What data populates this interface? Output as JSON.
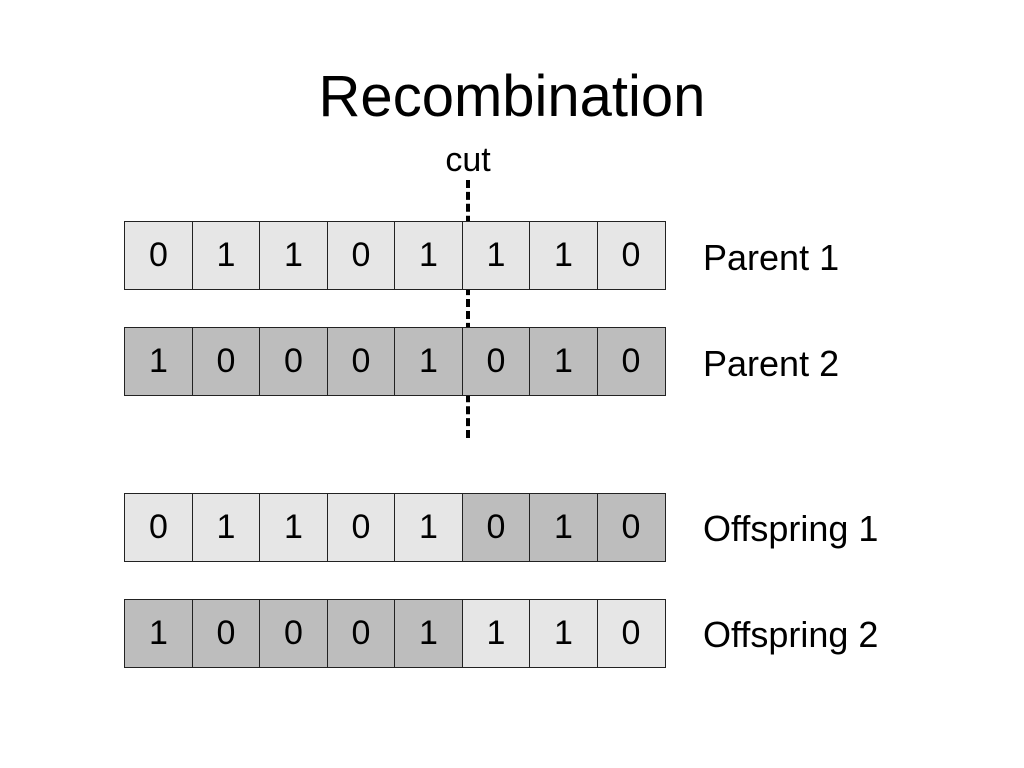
{
  "title": "Recombination",
  "cut_label": "cut",
  "colors": {
    "light": "#e6e6e6",
    "dark": "#bdbdbd"
  },
  "rows": [
    {
      "label": "Parent 1",
      "bits": [
        "0",
        "1",
        "1",
        "0",
        "1",
        "1",
        "1",
        "0"
      ],
      "shades": [
        "light",
        "light",
        "light",
        "light",
        "light",
        "light",
        "light",
        "light"
      ]
    },
    {
      "label": "Parent 2",
      "bits": [
        "1",
        "0",
        "0",
        "0",
        "1",
        "0",
        "1",
        "0"
      ],
      "shades": [
        "dark",
        "dark",
        "dark",
        "dark",
        "dark",
        "dark",
        "dark",
        "dark"
      ]
    },
    {
      "label": "Offspring 1",
      "bits": [
        "0",
        "1",
        "1",
        "0",
        "1",
        "0",
        "1",
        "0"
      ],
      "shades": [
        "light",
        "light",
        "light",
        "light",
        "light",
        "dark",
        "dark",
        "dark"
      ]
    },
    {
      "label": "Offspring 2",
      "bits": [
        "1",
        "0",
        "0",
        "0",
        "1",
        "1",
        "1",
        "0"
      ],
      "shades": [
        "dark",
        "dark",
        "dark",
        "dark",
        "dark",
        "light",
        "light",
        "light"
      ]
    }
  ]
}
